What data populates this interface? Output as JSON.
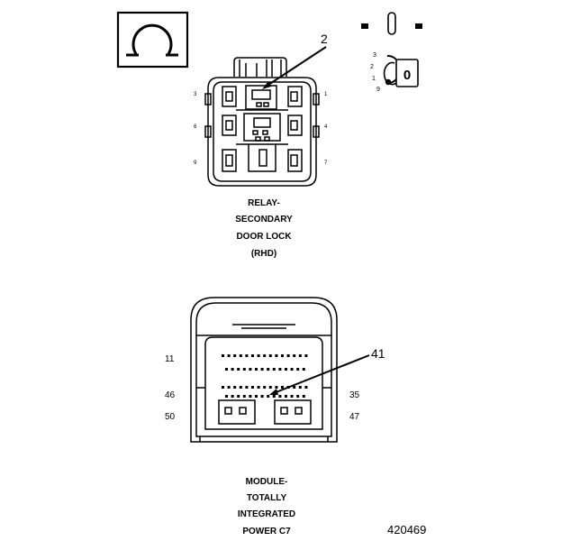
{
  "ohm_symbol": "Ω",
  "relay": {
    "callout": "2",
    "pins_left": [
      "3",
      "6",
      "9"
    ],
    "pins_right": [
      "1",
      "4",
      "7"
    ],
    "caption": [
      "RELAY-",
      "SECONDARY",
      "DOOR LOCK",
      "(RHD)"
    ]
  },
  "key_symbol": {
    "letter": "0",
    "positions": [
      "3",
      "2",
      "1",
      "9"
    ]
  },
  "module": {
    "callout": "41",
    "pin_labels": {
      "top_left": "11",
      "mid_left": "46",
      "bottom_left": "50",
      "mid_right": "35",
      "bottom_right": "47"
    },
    "caption": [
      "MODULE-",
      "TOTALLY",
      "INTEGRATED",
      "POWER C7"
    ]
  },
  "figure_number": "420469"
}
